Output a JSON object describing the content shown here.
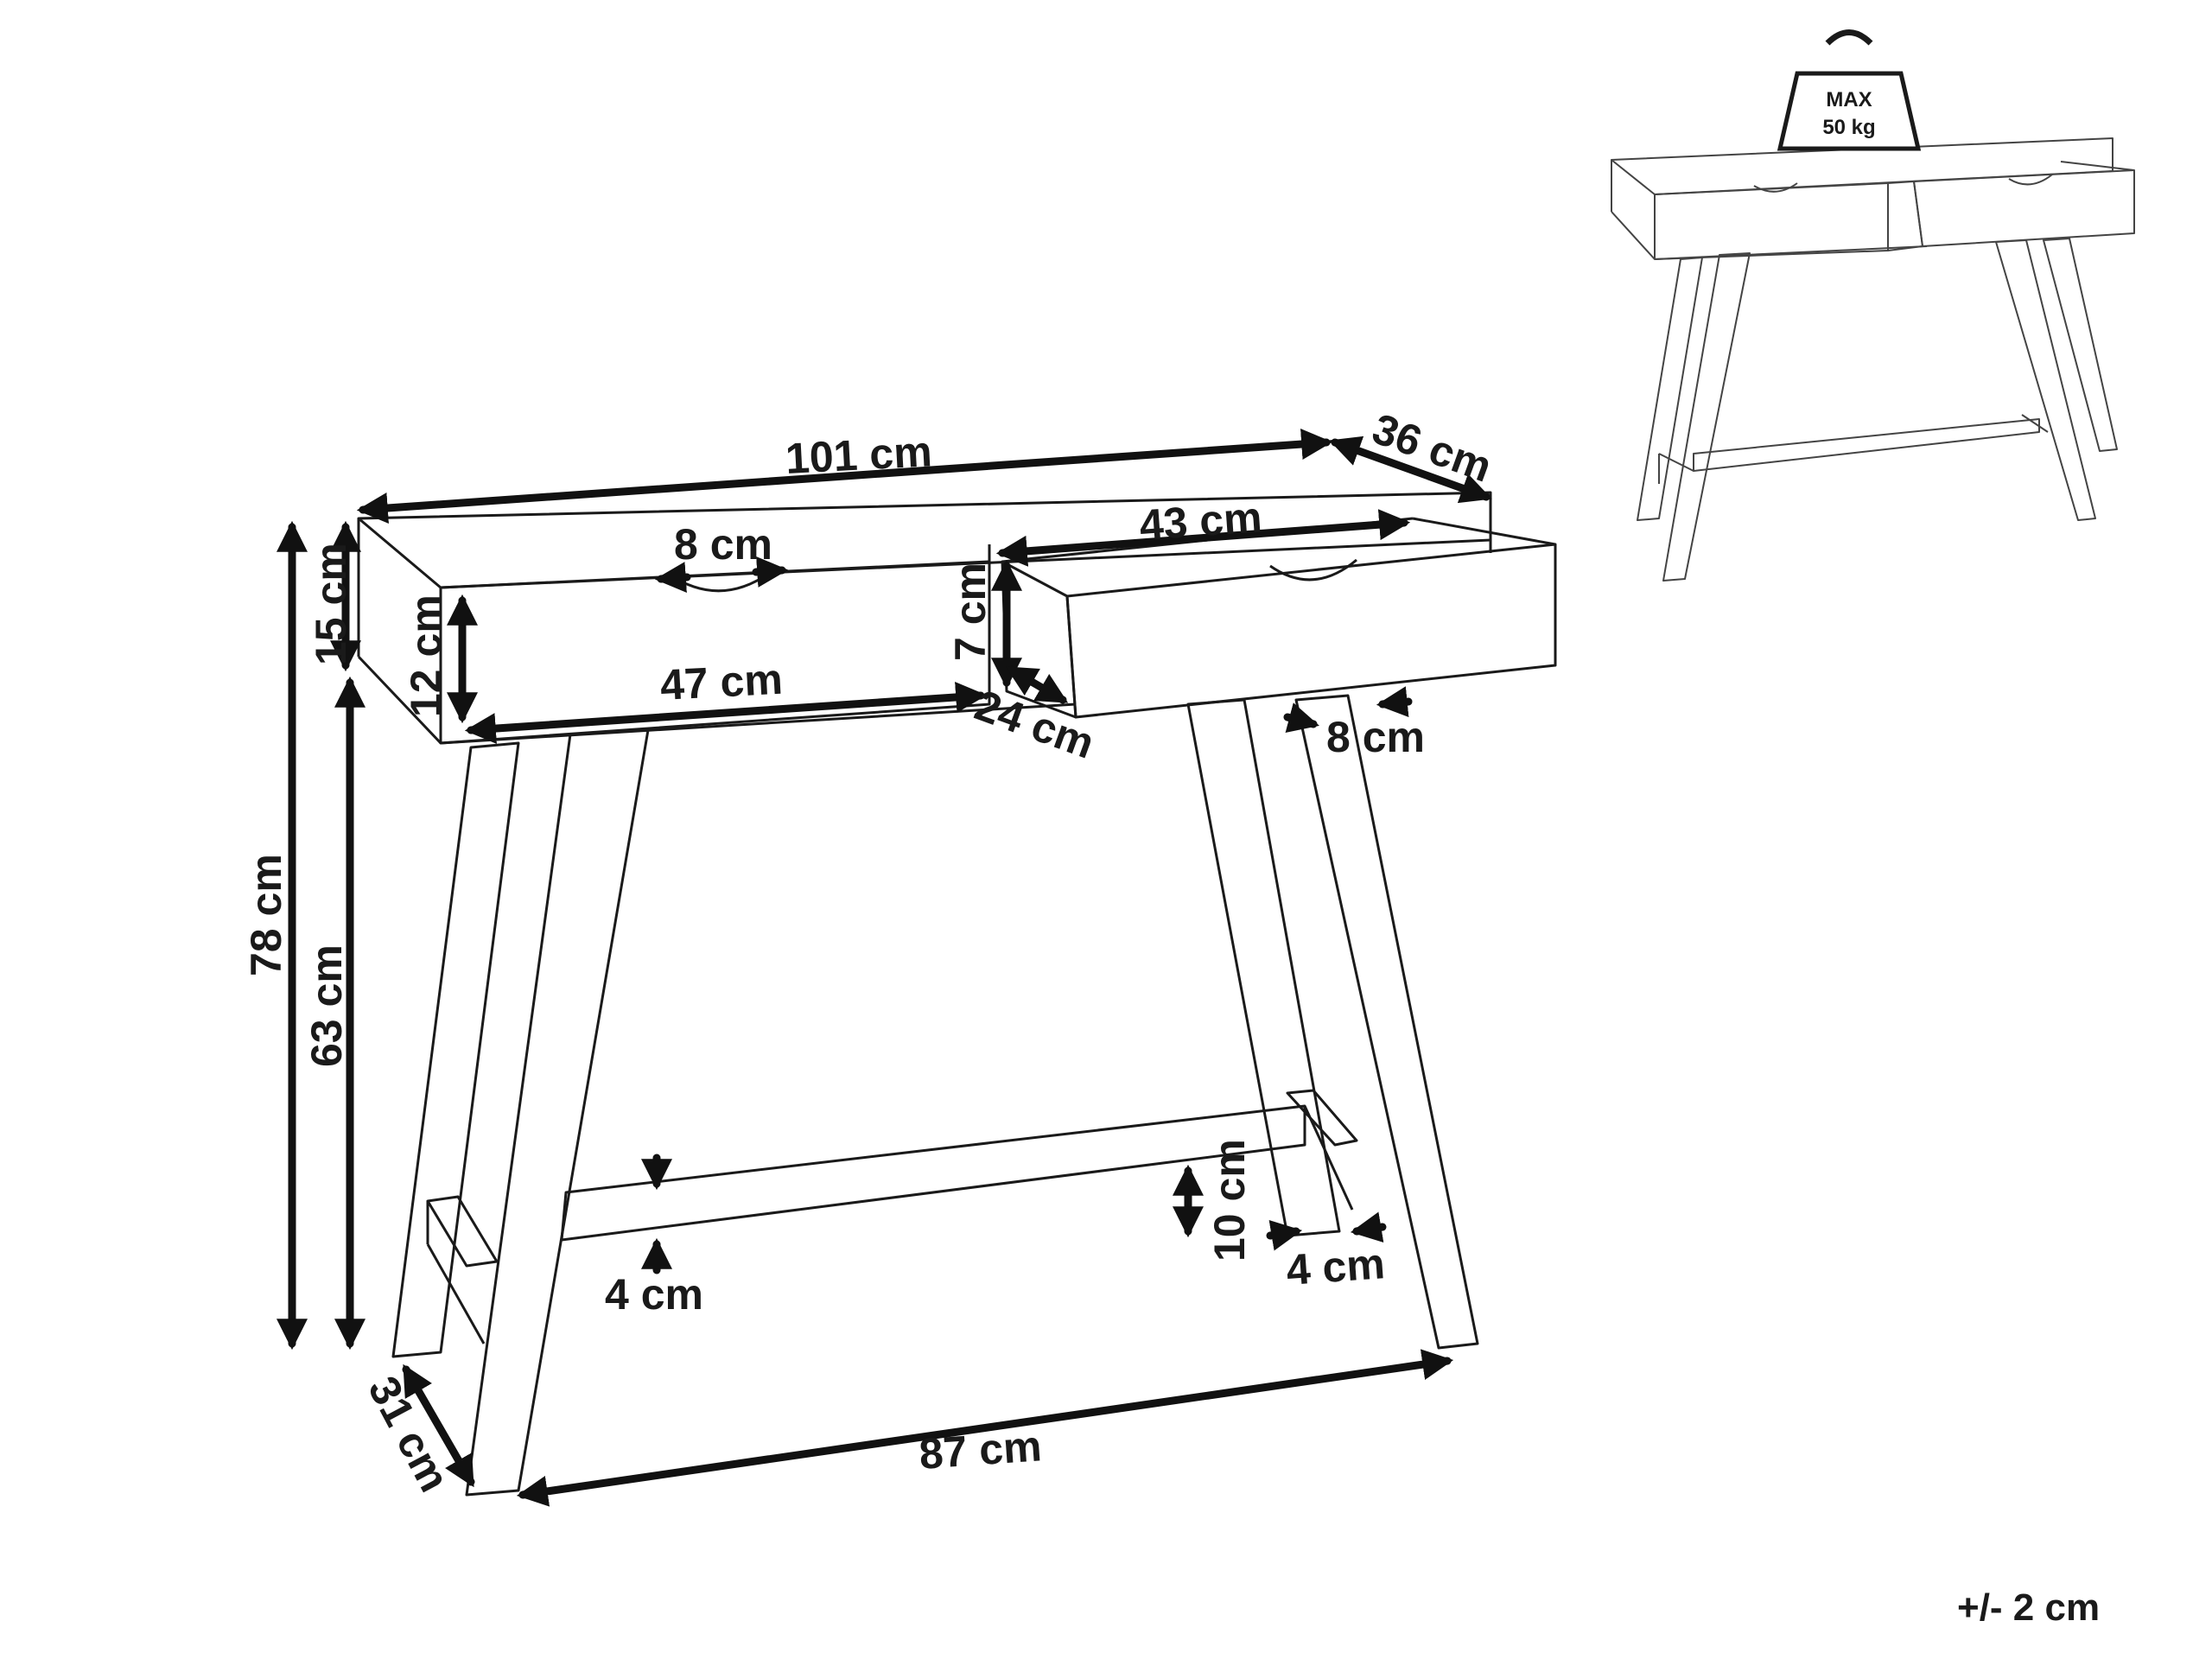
{
  "weight_badge": {
    "line1": "MAX",
    "line2": "50 kg",
    "icon": "weight-icon"
  },
  "dimensions": {
    "width_top": "101 cm",
    "depth_top": "36 cm",
    "drawer_inner_width": "43 cm",
    "handle_width": "8 cm",
    "top_height": "15 cm",
    "drawer_front_height": "12 cm",
    "drawer_box_height": "7 cm",
    "drawer_width": "47 cm",
    "drawer_depth": "24 cm",
    "leg_width": "8 cm",
    "total_height": "78 cm",
    "leg_height": "63 cm",
    "bar_height": "10 cm",
    "bar_thickness": "4 cm",
    "leg_bottom_width": "4 cm",
    "depth_bottom": "31 cm",
    "width_bottom": "87 cm"
  },
  "tolerance": "+/- 2 cm"
}
